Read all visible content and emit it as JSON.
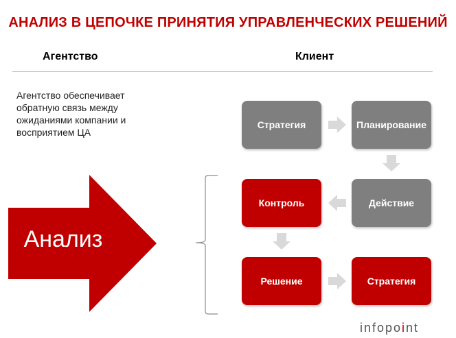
{
  "title": "АНАЛИЗ В ЦЕПОЧКЕ ПРИНЯТИЯ УПРАВЛЕНЧЕСКИХ РЕШЕНИЙ",
  "columns": {
    "agency": "Агентство",
    "client": "Клиент"
  },
  "description": "Агентство обеспечивает обратную связь между ожиданиями компании и восприятием ЦА",
  "big_arrow_label": "Анализ",
  "steps": [
    {
      "label": "Стратегия",
      "color": "#7f7f7f"
    },
    {
      "label": "Планирование",
      "color": "#7f7f7f"
    },
    {
      "label": "Действие",
      "color": "#7f7f7f"
    },
    {
      "label": "Контроль",
      "color": "#c00000"
    },
    {
      "label": "Решение",
      "color": "#c00000"
    },
    {
      "label": "Стратегия",
      "color": "#c00000"
    }
  ],
  "logo": {
    "text_main": "infopo",
    "text_accent": "i",
    "text_end": "nt"
  },
  "colors": {
    "accent": "#c00000",
    "neutral": "#7f7f7f",
    "small_arrow": "#d9d9d9"
  }
}
